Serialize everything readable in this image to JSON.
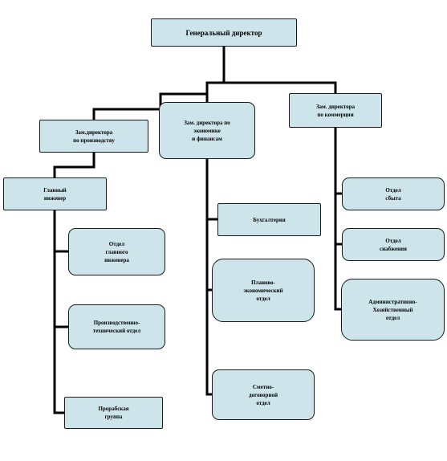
{
  "boxes": {
    "gen": "Генеральный директор",
    "prod": "Зам.директора\nпо производству",
    "econ": "Зам. директора по\nэкономике\nи финансам",
    "comm": "Зам. директора\nпо коммерции",
    "chief": "Главный\nинженер",
    "og": "Отдел\nглавного\nинженера",
    "pto": "Производственно-\nтехнический отдел",
    "prz": "Прорабская\nгруппа",
    "buh": "Бухгалтерия",
    "peo": "Планово-\nэкономический\nотдел",
    "dog": "Сметно-\nдоговорной\nотдел",
    "sbyt": "Отдел\nсбыта",
    "snab": "Отдел\nснабжения",
    "axo": "Административно-\nХозяйственный\nотдел"
  },
  "colors": {
    "box_fill": "#cde5ea",
    "line": "#000000"
  }
}
